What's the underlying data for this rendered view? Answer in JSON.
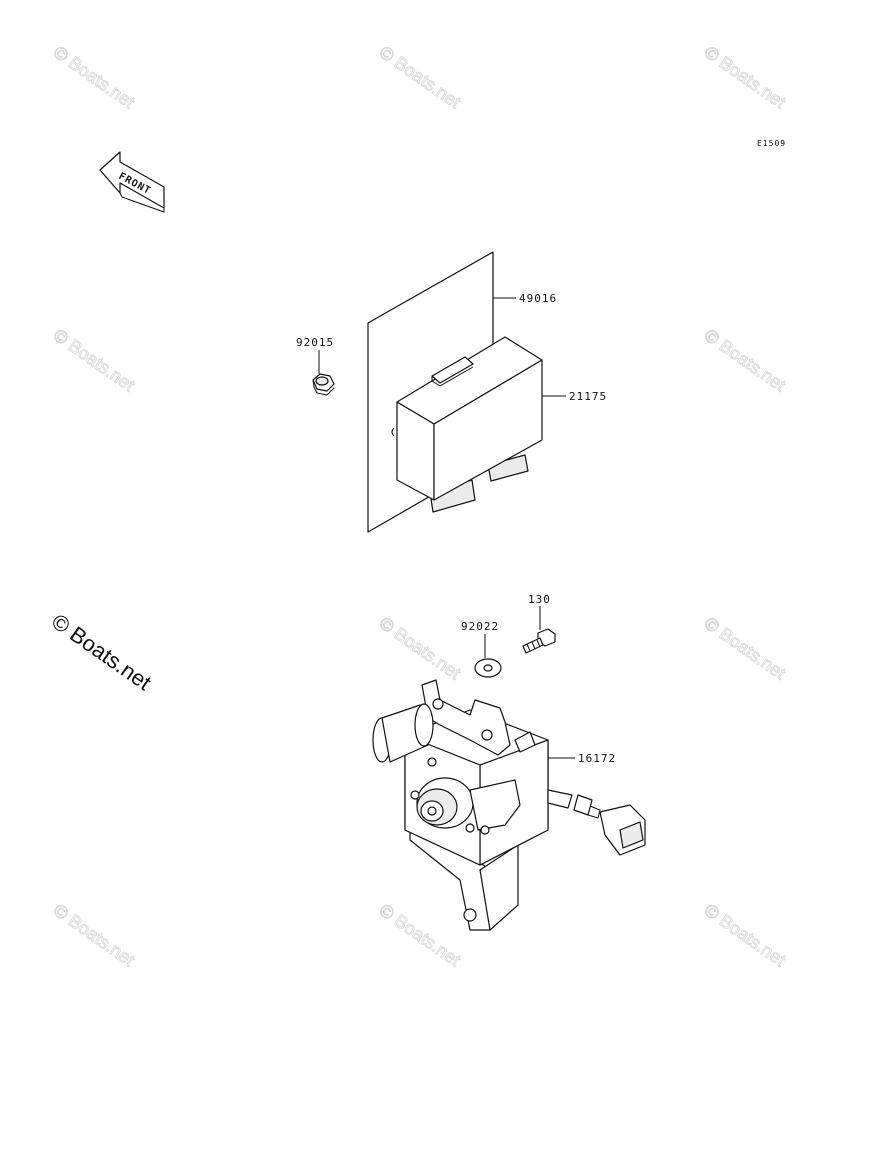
{
  "diagram_code": "E1509",
  "front_arrow_label": "FRONT",
  "watermark": "© Boats.net",
  "parts": {
    "bracket_plate": {
      "number": "49016"
    },
    "control_unit": {
      "number": "21175"
    },
    "nut": {
      "number": "92015"
    },
    "washer": {
      "number": "92022"
    },
    "bolt": {
      "number": "130"
    },
    "actuator": {
      "number": "16172"
    }
  }
}
